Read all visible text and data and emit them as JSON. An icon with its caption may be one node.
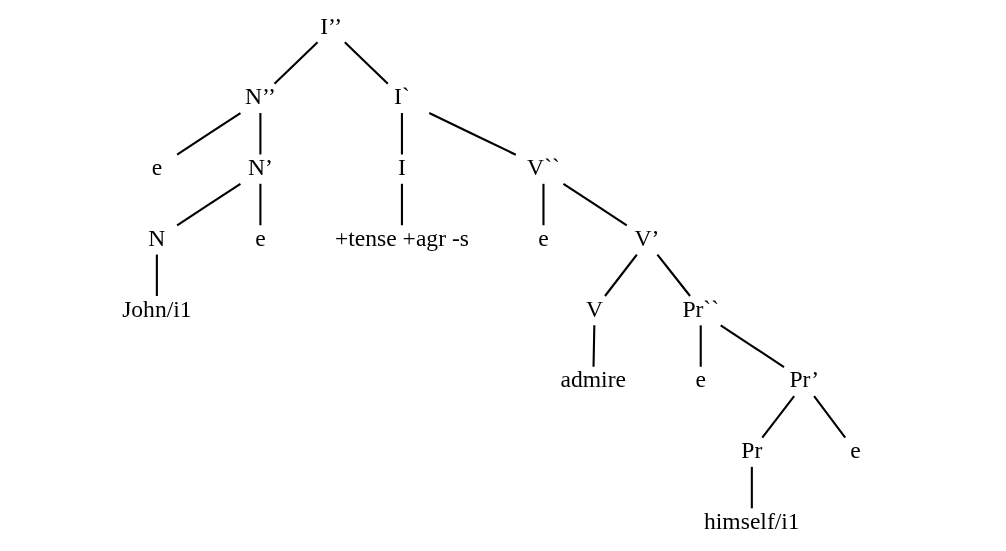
{
  "diagram": {
    "nodes": [
      {
        "text": [
          "I’’"
        ]
      },
      {
        "text": [
          "N’’"
        ]
      },
      {
        "text": [
          "e"
        ]
      },
      {
        "text": [
          "N’"
        ]
      },
      {
        "text": [
          "N"
        ]
      },
      {
        "text": [
          "John/i1"
        ]
      },
      {
        "text": [
          "e"
        ]
      },
      {
        "text": [
          "I`"
        ]
      },
      {
        "text": [
          "I"
        ]
      },
      {
        "text": [
          "+tense +agr -s"
        ]
      },
      {
        "text": [
          "V``"
        ]
      },
      {
        "text": [
          "e"
        ]
      },
      {
        "text": [
          "V’"
        ]
      },
      {
        "text": [
          "V"
        ]
      },
      {
        "text": [
          "admire"
        ]
      },
      {
        "text": [
          "Pr``"
        ]
      },
      {
        "text": [
          "e"
        ]
      },
      {
        "text": [
          "Pr’"
        ]
      },
      {
        "text": [
          "Pr"
        ]
      },
      {
        "text": [
          "himself/i1"
        ]
      },
      {
        "text": [
          "e"
        ]
      }
    ],
    "edges": [
      {
        "from": 0,
        "to": 1,
        "arrow": "none"
      },
      {
        "from": 0,
        "to": 7,
        "arrow": "none"
      },
      {
        "from": 1,
        "to": 2,
        "arrow": "none"
      },
      {
        "from": 1,
        "to": 3,
        "arrow": "none"
      },
      {
        "from": 3,
        "to": 4,
        "arrow": "none"
      },
      {
        "from": 3,
        "to": 6,
        "arrow": "none"
      },
      {
        "from": 4,
        "to": 5,
        "arrow": "none"
      },
      {
        "from": 7,
        "to": 8,
        "arrow": "none"
      },
      {
        "from": 7,
        "to": 10,
        "arrow": "none"
      },
      {
        "from": 8,
        "to": 9,
        "arrow": "none"
      },
      {
        "from": 10,
        "to": 11,
        "arrow": "none"
      },
      {
        "from": 10,
        "to": 12,
        "arrow": "none"
      },
      {
        "from": 12,
        "to": 13,
        "arrow": "none"
      },
      {
        "from": 12,
        "to": 15,
        "arrow": "none"
      },
      {
        "from": 13,
        "to": 14,
        "arrow": "none"
      },
      {
        "from": 15,
        "to": 16,
        "arrow": "none"
      },
      {
        "from": 15,
        "to": 17,
        "arrow": "none"
      },
      {
        "from": 17,
        "to": 18,
        "arrow": "none"
      },
      {
        "from": 17,
        "to": 20,
        "arrow": "none"
      },
      {
        "from": 18,
        "to": 19,
        "arrow": "none"
      }
    ]
  }
}
